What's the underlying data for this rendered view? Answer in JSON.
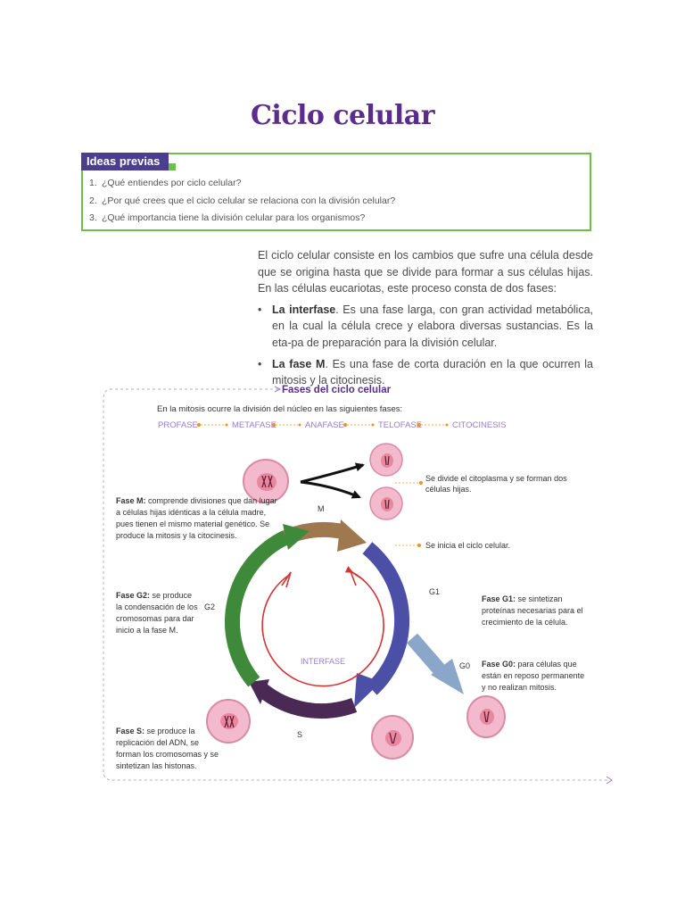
{
  "title": "Ciclo celular",
  "ideas_previas": {
    "heading": "Ideas previas",
    "questions": [
      {
        "num": "1.",
        "text": "¿Qué entiendes por ciclo celular?"
      },
      {
        "num": "2.",
        "text": "¿Por qué crees que el ciclo celular se relaciona con la división celular?"
      },
      {
        "num": "3.",
        "text": "¿Qué importancia tiene la división celular para los organismos?"
      }
    ]
  },
  "intro": {
    "paragraph": "El ciclo celular consiste en los cambios que sufre una célula desde que se origina hasta que se divide para formar a sus células hijas. En las células eucariotas, este proceso consta de dos fases:",
    "bullets": [
      {
        "term": "La interfase",
        "text": ". Es una fase larga, con gran actividad metabólica, en la cual la célula crece y elabora diversas sustancias. Es la eta-pa de preparación para la división celular."
      },
      {
        "term": "La fase M",
        "text": ". Es una fase de corta duración en la que ocurren la mitosis y la citocinesis."
      }
    ]
  },
  "diagram": {
    "title": "Fases del ciclo celular",
    "mitosis_intro": "En la mitosis ocurre la división del núcleo en las siguientes fases:",
    "mitosis_phases": [
      "PROFASE",
      "METAFASE",
      "ANAFASE",
      "TELOFASE",
      "CITOCINESIS"
    ],
    "center_label": "INTERFASE",
    "phase_labels": {
      "m": "M",
      "g1": "G1",
      "g2": "G2",
      "s": "S",
      "g0": "G0"
    },
    "notes": {
      "citoplasma": [
        "Se divide el citoplasma y se forman dos",
        "células hijas."
      ],
      "inicio": "Se inicia el ciclo celular.",
      "fase_m": {
        "term": "Fase M:",
        "lines": [
          " comprende divisiones que dan lugar",
          "a células hijas idénticas a la célula madre,",
          "pues tienen el mismo material genético. Se",
          "produce la mitosis y la citocinesis."
        ]
      },
      "fase_g2": {
        "term": "Fase G2:",
        "lines": [
          " se produce",
          "la condensación de los",
          "cromosomas para dar",
          "inicio a la fase M."
        ]
      },
      "fase_g1": {
        "term": "Fase G1:",
        "lines": [
          " se sintetizan",
          "proteínas necesarias para el",
          "crecimiento de la célula."
        ]
      },
      "fase_g0": {
        "term": "Fase G0:",
        "lines": [
          " para células que",
          "están en reposo permanente",
          "y no realizan mitosis."
        ]
      },
      "fase_s": {
        "term": "Fase S:",
        "lines": [
          " se produce la",
          "replicación del ADN, se",
          "forman los cromosomas y se",
          "sintetizan las histonas."
        ]
      }
    },
    "colors": {
      "m_arc": "#a07850",
      "g1_arc": "#4b4fa6",
      "g0_arrow": "#8aa6c8",
      "s_arc": "#4a2a55",
      "g2_arc": "#3f8a3a",
      "inner_arrows": "#d13535",
      "cell_fill": "#f3b9cc",
      "cell_stroke": "#d98aa6",
      "accent_orange": "#f0901e",
      "title_purple": "#5a2d8c",
      "phase_purple": "#9a7cc8"
    }
  }
}
